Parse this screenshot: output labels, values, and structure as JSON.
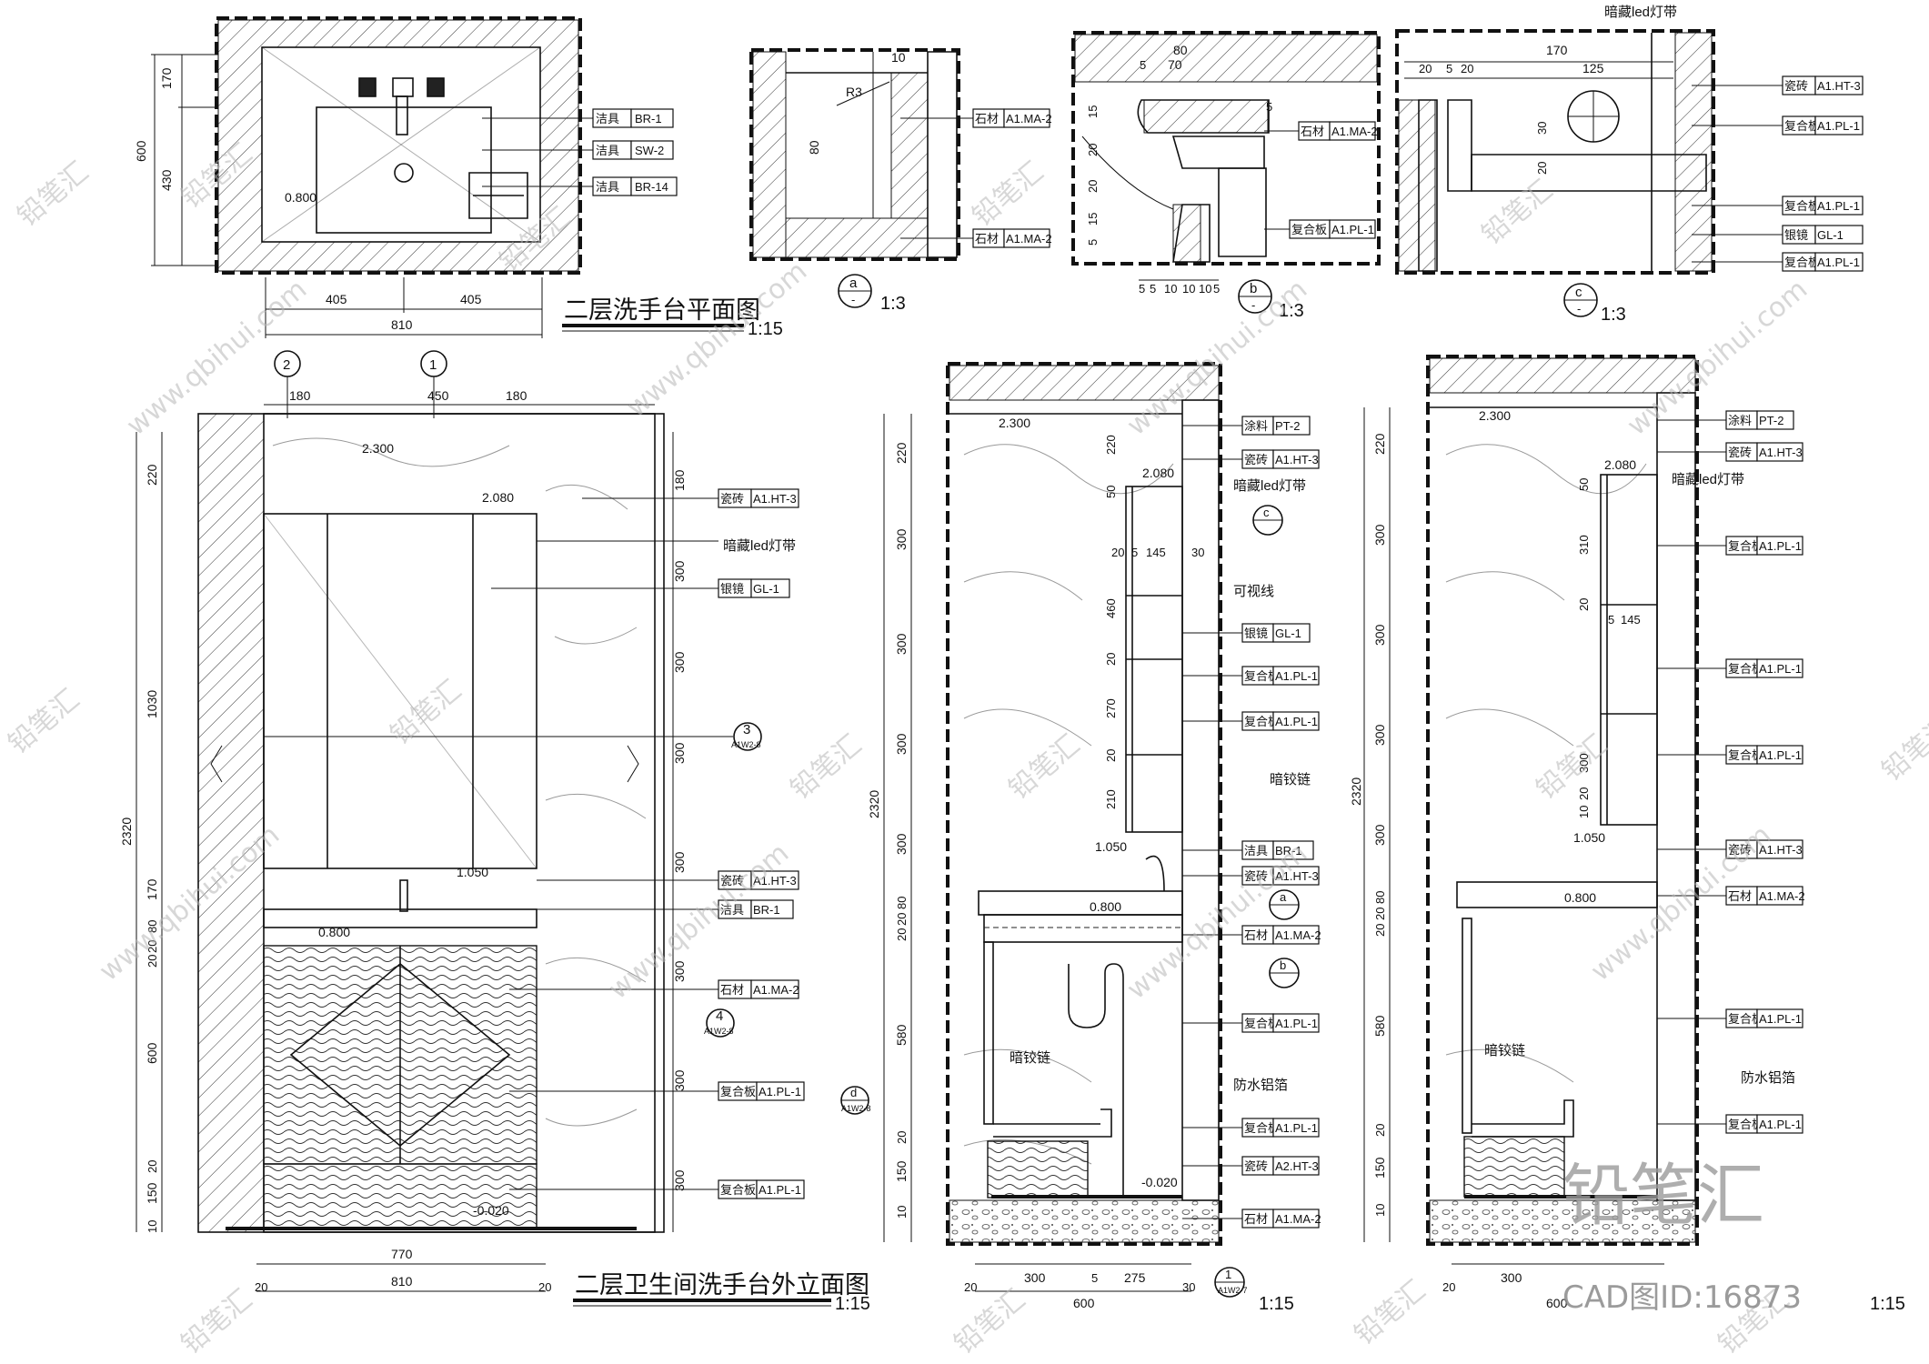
{
  "titles": {
    "plan": "二层洗手台平面图",
    "plan_scale": "1:15",
    "elev": "二层卫生间洗手台外立面图",
    "elev_scale": "1:15",
    "sec1_scale": "1:15",
    "sec2_scale": "1:15",
    "det_a_scale": "1:3",
    "det_b_scale": "1:3",
    "det_c_scale": "1:3"
  },
  "markers": {
    "a": "a",
    "b": "b",
    "c": "c",
    "d": "d",
    "dash": "-",
    "m1": "1",
    "m2": "2",
    "m3": "3",
    "m4": "4",
    "ref1": "A1W2-7",
    "ref2": "A1W2-8"
  },
  "plan": {
    "dims": [
      "170",
      "430",
      "600",
      "405",
      "405",
      "810",
      "0.800"
    ],
    "tags": [
      {
        "cat": "洁具",
        "code": "BR-1"
      },
      {
        "cat": "洁具",
        "code": "SW-2"
      },
      {
        "cat": "洁具",
        "code": "BR-14"
      }
    ]
  },
  "detail_a": {
    "dims": [
      "10",
      "R3",
      "80"
    ],
    "tags": [
      {
        "cat": "石材",
        "code": "A1.MA-2"
      },
      {
        "cat": "石材",
        "code": "A1.MA-2"
      }
    ]
  },
  "detail_b": {
    "dims": [
      "80",
      "70",
      "5",
      "5",
      "15",
      "20",
      "20",
      "15",
      "5",
      "5",
      "5",
      "10",
      "10",
      "10",
      "5"
    ],
    "tags": [
      {
        "cat": "石材",
        "code": "A1.MA-2"
      },
      {
        "cat": "复合板",
        "code": "A1.PL-1"
      }
    ]
  },
  "detail_c": {
    "header": "暗藏led灯带",
    "dims": [
      "170",
      "20",
      "5",
      "20",
      "125",
      "30",
      "20"
    ],
    "tags": [
      {
        "cat": "瓷砖",
        "code": "A1.HT-3"
      },
      {
        "cat": "复合板",
        "code": "A1.PL-1"
      },
      {
        "cat": "复合板",
        "code": "A1.PL-1"
      },
      {
        "cat": "银镜",
        "code": "GL-1"
      },
      {
        "cat": "复合板",
        "code": "A1.PL-1"
      }
    ]
  },
  "elevation": {
    "top_dims": [
      "180",
      "450",
      "180"
    ],
    "left_dims": [
      "220",
      "1030",
      "170",
      "20",
      "80",
      "20",
      "600",
      "20",
      "150",
      "10",
      "2320"
    ],
    "right_dims": [
      "180",
      "300",
      "300",
      "300",
      "300",
      "300",
      "300",
      "300"
    ],
    "bottom_dims": [
      "20",
      "770",
      "810",
      "20"
    ],
    "levels": [
      "2.300",
      "2.080",
      "1.050",
      "0.800",
      "-0.020"
    ],
    "led": "暗藏led灯带",
    "tags": [
      {
        "cat": "瓷砖",
        "code": "A1.HT-3"
      },
      {
        "cat": "银镜",
        "code": "GL-1"
      },
      {
        "cat": "瓷砖",
        "code": "A1.HT-3"
      },
      {
        "cat": "洁具",
        "code": "BR-1"
      },
      {
        "cat": "石材",
        "code": "A1.MA-2"
      },
      {
        "cat": "复合板",
        "code": "A1.PL-1"
      },
      {
        "cat": "复合板",
        "code": "A1.PL-1"
      }
    ]
  },
  "section1": {
    "left_dims": [
      "220",
      "300",
      "300",
      "300",
      "300",
      "2320",
      "20",
      "20",
      "80",
      "580",
      "20",
      "150",
      "10"
    ],
    "inner_dims": [
      "220",
      "50",
      "20",
      "5",
      "145",
      "30",
      "460",
      "20",
      "270",
      "20",
      "210"
    ],
    "bottom_dims": [
      "20",
      "300",
      "5",
      "275",
      "30",
      "600"
    ],
    "levels": [
      "2.300",
      "2.080",
      "1.050",
      "0.800",
      "-0.020"
    ],
    "notes": {
      "led": "暗藏led灯带",
      "visible": "可视线",
      "hinge": "暗铰链",
      "hinge2": "暗铰链",
      "foil": "防水铝箔"
    },
    "tags": [
      {
        "cat": "涂料",
        "code": "PT-2"
      },
      {
        "cat": "瓷砖",
        "code": "A1.HT-3"
      },
      {
        "cat": "银镜",
        "code": "GL-1"
      },
      {
        "cat": "复合板",
        "code": "A1.PL-1"
      },
      {
        "cat": "复合板",
        "code": "A1.PL-1"
      },
      {
        "cat": "洁具",
        "code": "BR-1"
      },
      {
        "cat": "瓷砖",
        "code": "A1.HT-3"
      },
      {
        "cat": "石材",
        "code": "A1.MA-2"
      },
      {
        "cat": "复合板",
        "code": "A1.PL-1"
      },
      {
        "cat": "复合板",
        "code": "A1.PL-1"
      },
      {
        "cat": "瓷砖",
        "code": "A2.HT-3"
      },
      {
        "cat": "石材",
        "code": "A1.MA-2"
      }
    ]
  },
  "section2": {
    "left_dims": [
      "220",
      "300",
      "300",
      "300",
      "300",
      "2320",
      "20",
      "20",
      "80",
      "580",
      "20",
      "150",
      "10"
    ],
    "inner_dims": [
      "50",
      "310",
      "20",
      "5",
      "145",
      "300",
      "10",
      "20"
    ],
    "bottom_dims": [
      "20",
      "300",
      "600"
    ],
    "levels": [
      "2.300",
      "2.080",
      "1.050",
      "0.800"
    ],
    "notes": {
      "led": "暗藏led灯带",
      "hinge": "暗铰链",
      "foil": "防水铝箔"
    },
    "tags": [
      {
        "cat": "涂料",
        "code": "PT-2"
      },
      {
        "cat": "瓷砖",
        "code": "A1.HT-3"
      },
      {
        "cat": "复合板",
        "code": "A1.PL-1"
      },
      {
        "cat": "复合板",
        "code": "A1.PL-1"
      },
      {
        "cat": "复合板",
        "code": "A1.PL-1"
      },
      {
        "cat": "瓷砖",
        "code": "A1.HT-3"
      },
      {
        "cat": "石材",
        "code": "A1.MA-2"
      },
      {
        "cat": "复合板",
        "code": "A1.PL-1"
      },
      {
        "cat": "复合板",
        "code": "A1.PL-1"
      }
    ]
  },
  "watermark": {
    "brand": "铅笔汇",
    "url": "www.qbihui.com",
    "code": "CAD图ID:16873"
  }
}
